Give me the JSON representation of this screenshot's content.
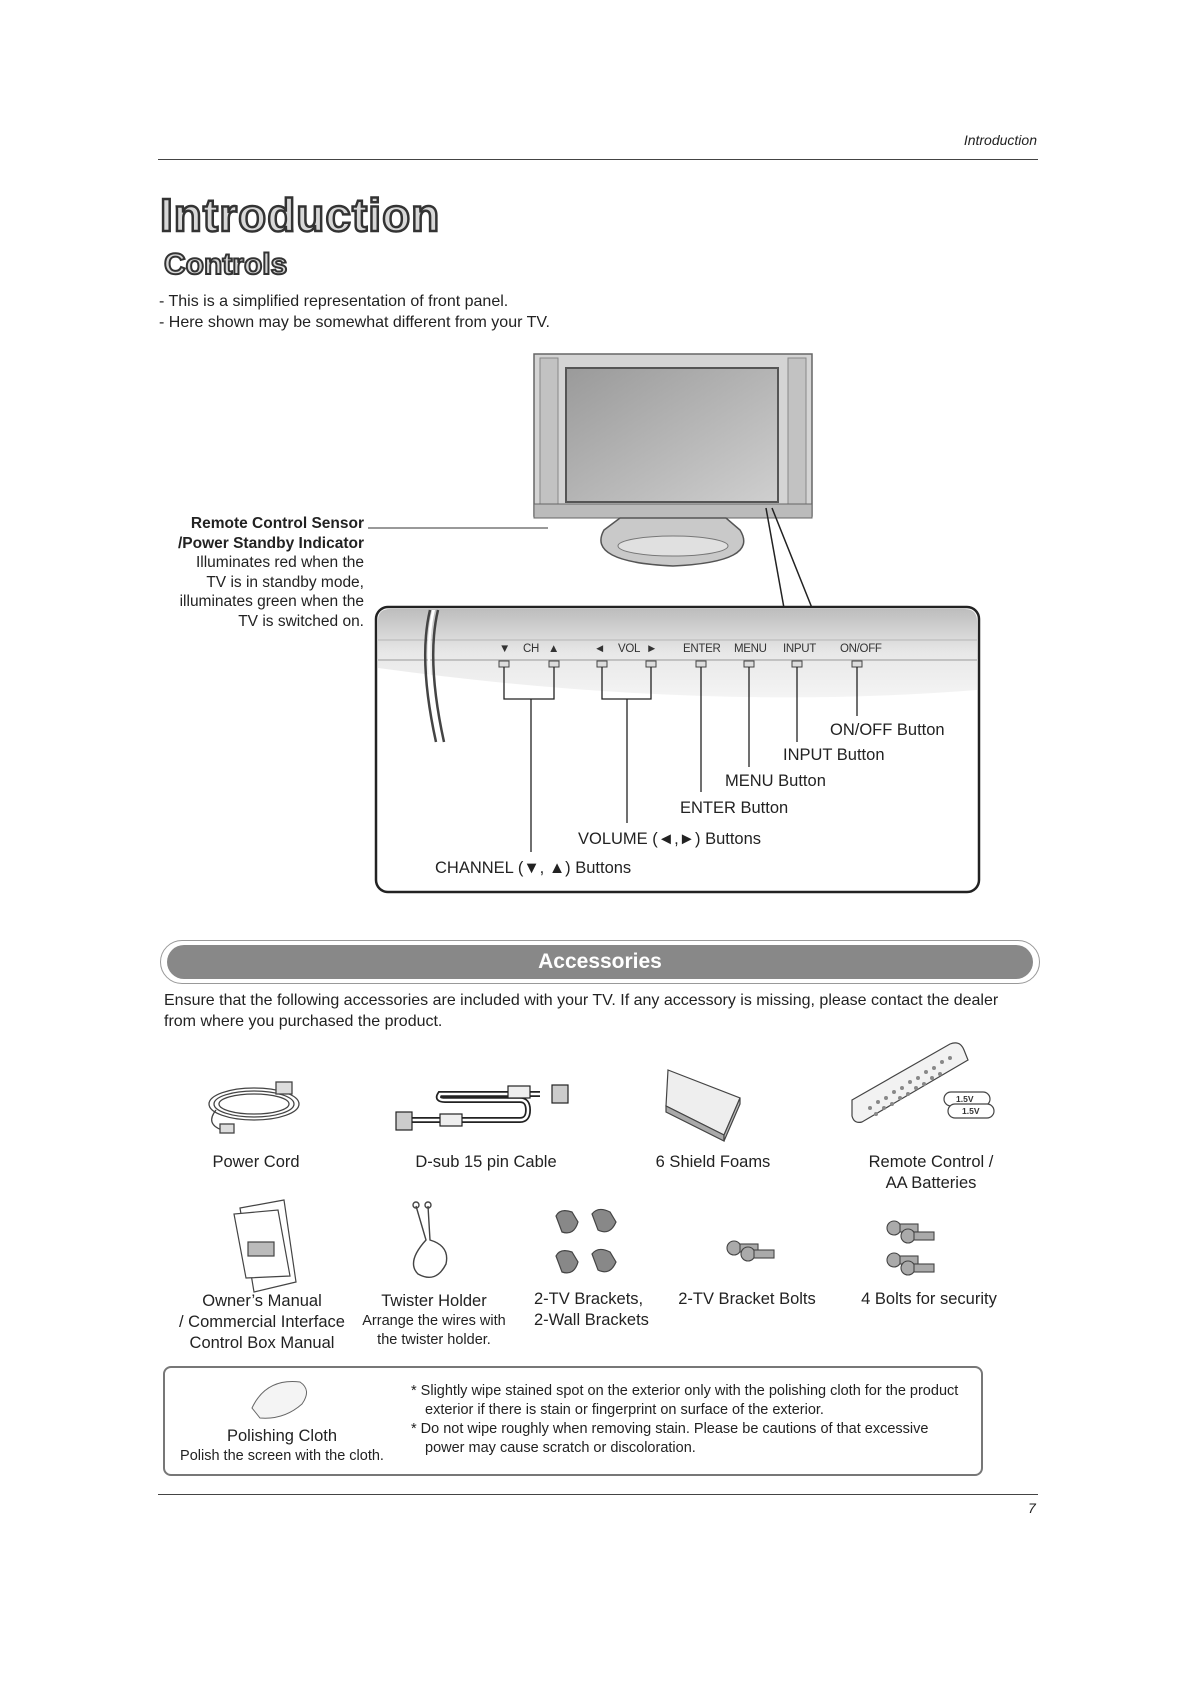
{
  "header": {
    "section": "Introduction",
    "page_number": "7"
  },
  "title": "Introduction",
  "subtitle": "Controls",
  "notes": [
    "- This is a simplified representation of front panel.",
    "- Here shown may be somewhat different from your TV."
  ],
  "sensor": {
    "label_line1": "Remote Control Sensor",
    "label_line2": "/Power Standby Indicator",
    "desc_line1": "Illuminates red when the",
    "desc_line2": "TV is in standby mode,",
    "desc_line3": "illuminates green when the",
    "desc_line4": "TV is switched on."
  },
  "panel": {
    "ch_label": "CH",
    "vol_label": "VOL",
    "enter_label": "ENTER",
    "menu_label": "MENU",
    "input_label": "INPUT",
    "onoff_label": "ON/OFF",
    "callouts": {
      "onoff": "ON/OFF Button",
      "input": "INPUT Button",
      "menu": "MENU Button",
      "enter": "ENTER Button",
      "volume": "VOLUME (◄,►) Buttons",
      "channel": "CHANNEL (▼, ▲) Buttons"
    }
  },
  "accessories": {
    "title": "Accessories",
    "description": "Ensure that the following accessories are included with your TV. If any accessory is missing, please contact the dealer from where you purchased the product.",
    "items": {
      "power_cord": "Power Cord",
      "dsub": "D-sub 15 pin Cable",
      "foams": "6 Shield Foams",
      "remote_line1": "Remote Control /",
      "remote_line2": "AA Batteries",
      "battery_label": "1.5V",
      "manual_line1": "Owner’s Manual",
      "manual_line2": "/ Commercial Interface",
      "manual_line3": "Control Box Manual",
      "twister": "Twister Holder",
      "twister_desc_line1": "Arrange the wires with",
      "twister_desc_line2": "the twister holder.",
      "brackets_line1": "2-TV Brackets,",
      "brackets_line2": "2-Wall Brackets",
      "bracket_bolts": "2-TV Bracket Bolts",
      "security_bolts": "4 Bolts for security"
    },
    "polishing": {
      "name": "Polishing Cloth",
      "desc": "Polish the screen with the cloth.",
      "note1": "* Slightly wipe stained spot on the exterior only with the polishing cloth for the product exterior if there is stain or fingerprint on surface of the exterior.",
      "note2": "* Do not wipe roughly when removing stain. Please be cautions of that excessive power may cause scratch or discoloration."
    }
  }
}
